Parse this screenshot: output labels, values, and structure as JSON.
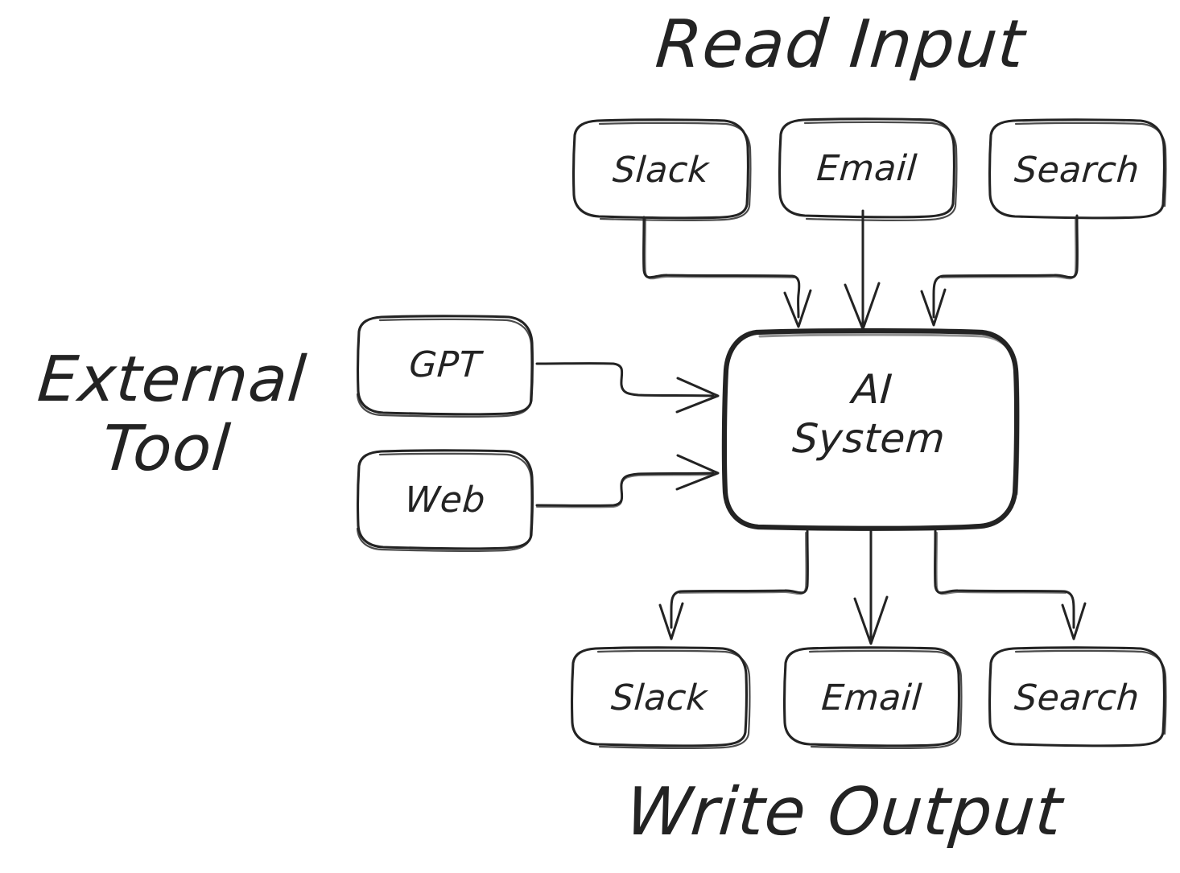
{
  "diagram": {
    "style": "hand-drawn-sketch",
    "stroke_color": "#232323",
    "background_color": "#ffffff",
    "headings": {
      "read_input": "Read Input",
      "write_output": "Write Output",
      "external_tool_line1": "External",
      "external_tool_line2": "Tool"
    },
    "central_node": {
      "line1": "AI",
      "line2": "System"
    },
    "input_nodes": [
      {
        "label": "Slack"
      },
      {
        "label": "Email"
      },
      {
        "label": "Search"
      }
    ],
    "external_tool_nodes": [
      {
        "label": "GPT"
      },
      {
        "label": "Web"
      }
    ],
    "output_nodes": [
      {
        "label": "Slack"
      },
      {
        "label": "Email"
      },
      {
        "label": "Search"
      }
    ]
  }
}
